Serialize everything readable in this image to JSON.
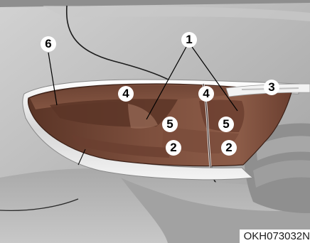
{
  "figure": {
    "image_code": "OKH073032N",
    "callouts": [
      "1",
      "2",
      "2",
      "3",
      "4",
      "4",
      "5",
      "5",
      "6"
    ]
  }
}
